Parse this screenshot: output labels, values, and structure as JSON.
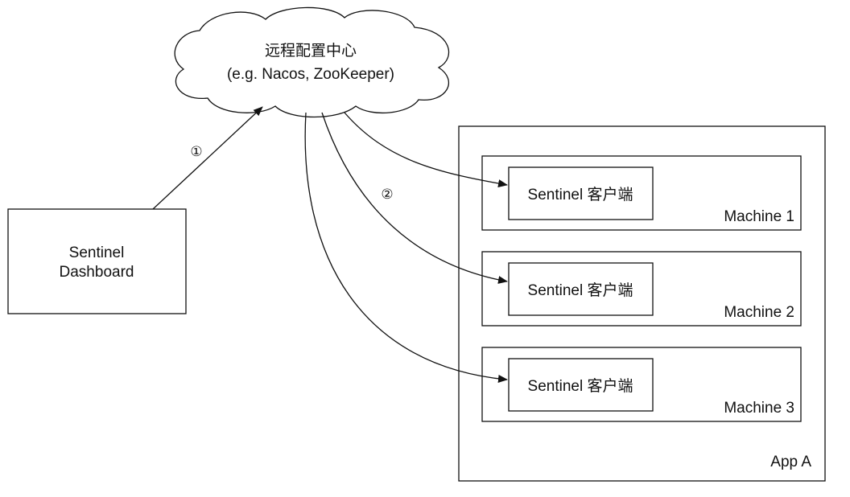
{
  "cloud": {
    "line1": "远程配置中心",
    "line2": "(e.g. Nacos, ZooKeeper)"
  },
  "dashboard": {
    "line1": "Sentinel",
    "line2": "Dashboard"
  },
  "app": {
    "label": "App A"
  },
  "machines": [
    {
      "label": "Machine 1",
      "client": "Sentinel 客户端"
    },
    {
      "label": "Machine 2",
      "client": "Sentinel 客户端"
    },
    {
      "label": "Machine 3",
      "client": "Sentinel 客户端"
    }
  ],
  "steps": {
    "push": "①",
    "pull": "②"
  }
}
